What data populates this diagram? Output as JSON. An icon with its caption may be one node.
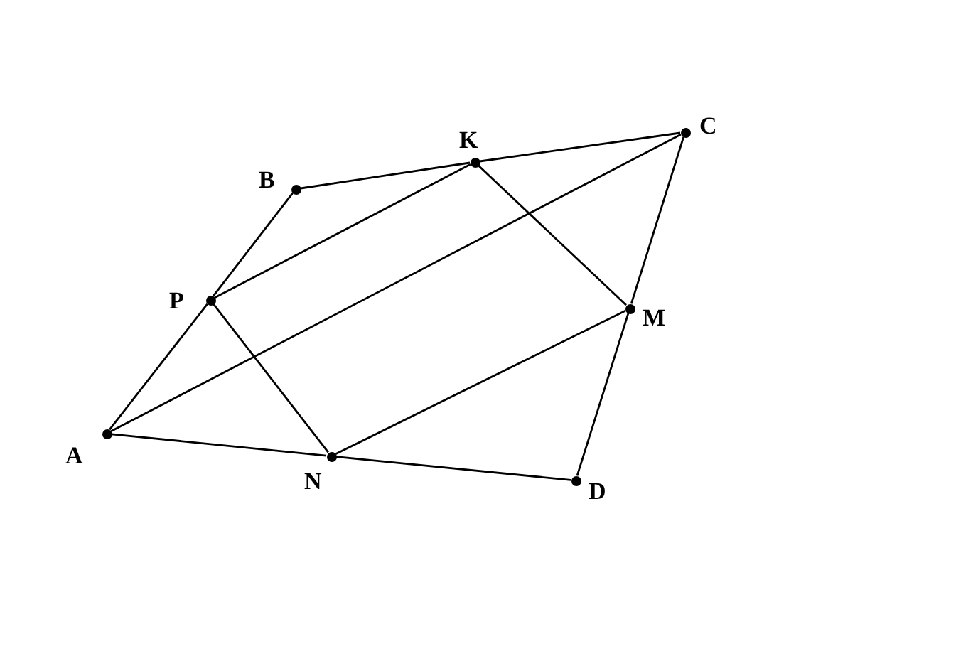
{
  "diagram": {
    "nodes": [
      {
        "text": [
          "A"
        ]
      },
      {
        "text": [
          "B"
        ]
      },
      {
        "text": [
          "C"
        ]
      },
      {
        "text": [
          "D"
        ]
      },
      {
        "text": [
          "K"
        ]
      },
      {
        "text": [
          "M"
        ]
      },
      {
        "text": [
          "N"
        ]
      },
      {
        "text": [
          "P"
        ]
      }
    ],
    "edges": [
      {
        "from": 0,
        "to": 7,
        "arrow": "none"
      },
      {
        "from": 7,
        "to": 1,
        "arrow": "none"
      },
      {
        "from": 1,
        "to": 4,
        "arrow": "none"
      },
      {
        "from": 4,
        "to": 2,
        "arrow": "none"
      },
      {
        "from": 2,
        "to": 5,
        "arrow": "none"
      },
      {
        "from": 5,
        "to": 3,
        "arrow": "none"
      },
      {
        "from": 3,
        "to": 6,
        "arrow": "none"
      },
      {
        "from": 6,
        "to": 0,
        "arrow": "none"
      },
      {
        "from": 0,
        "to": 2,
        "arrow": "none"
      },
      {
        "from": 7,
        "to": 4,
        "arrow": "none"
      },
      {
        "from": 4,
        "to": 5,
        "arrow": "none"
      },
      {
        "from": 5,
        "to": 6,
        "arrow": "none"
      },
      {
        "from": 6,
        "to": 7,
        "arrow": "none"
      }
    ]
  }
}
